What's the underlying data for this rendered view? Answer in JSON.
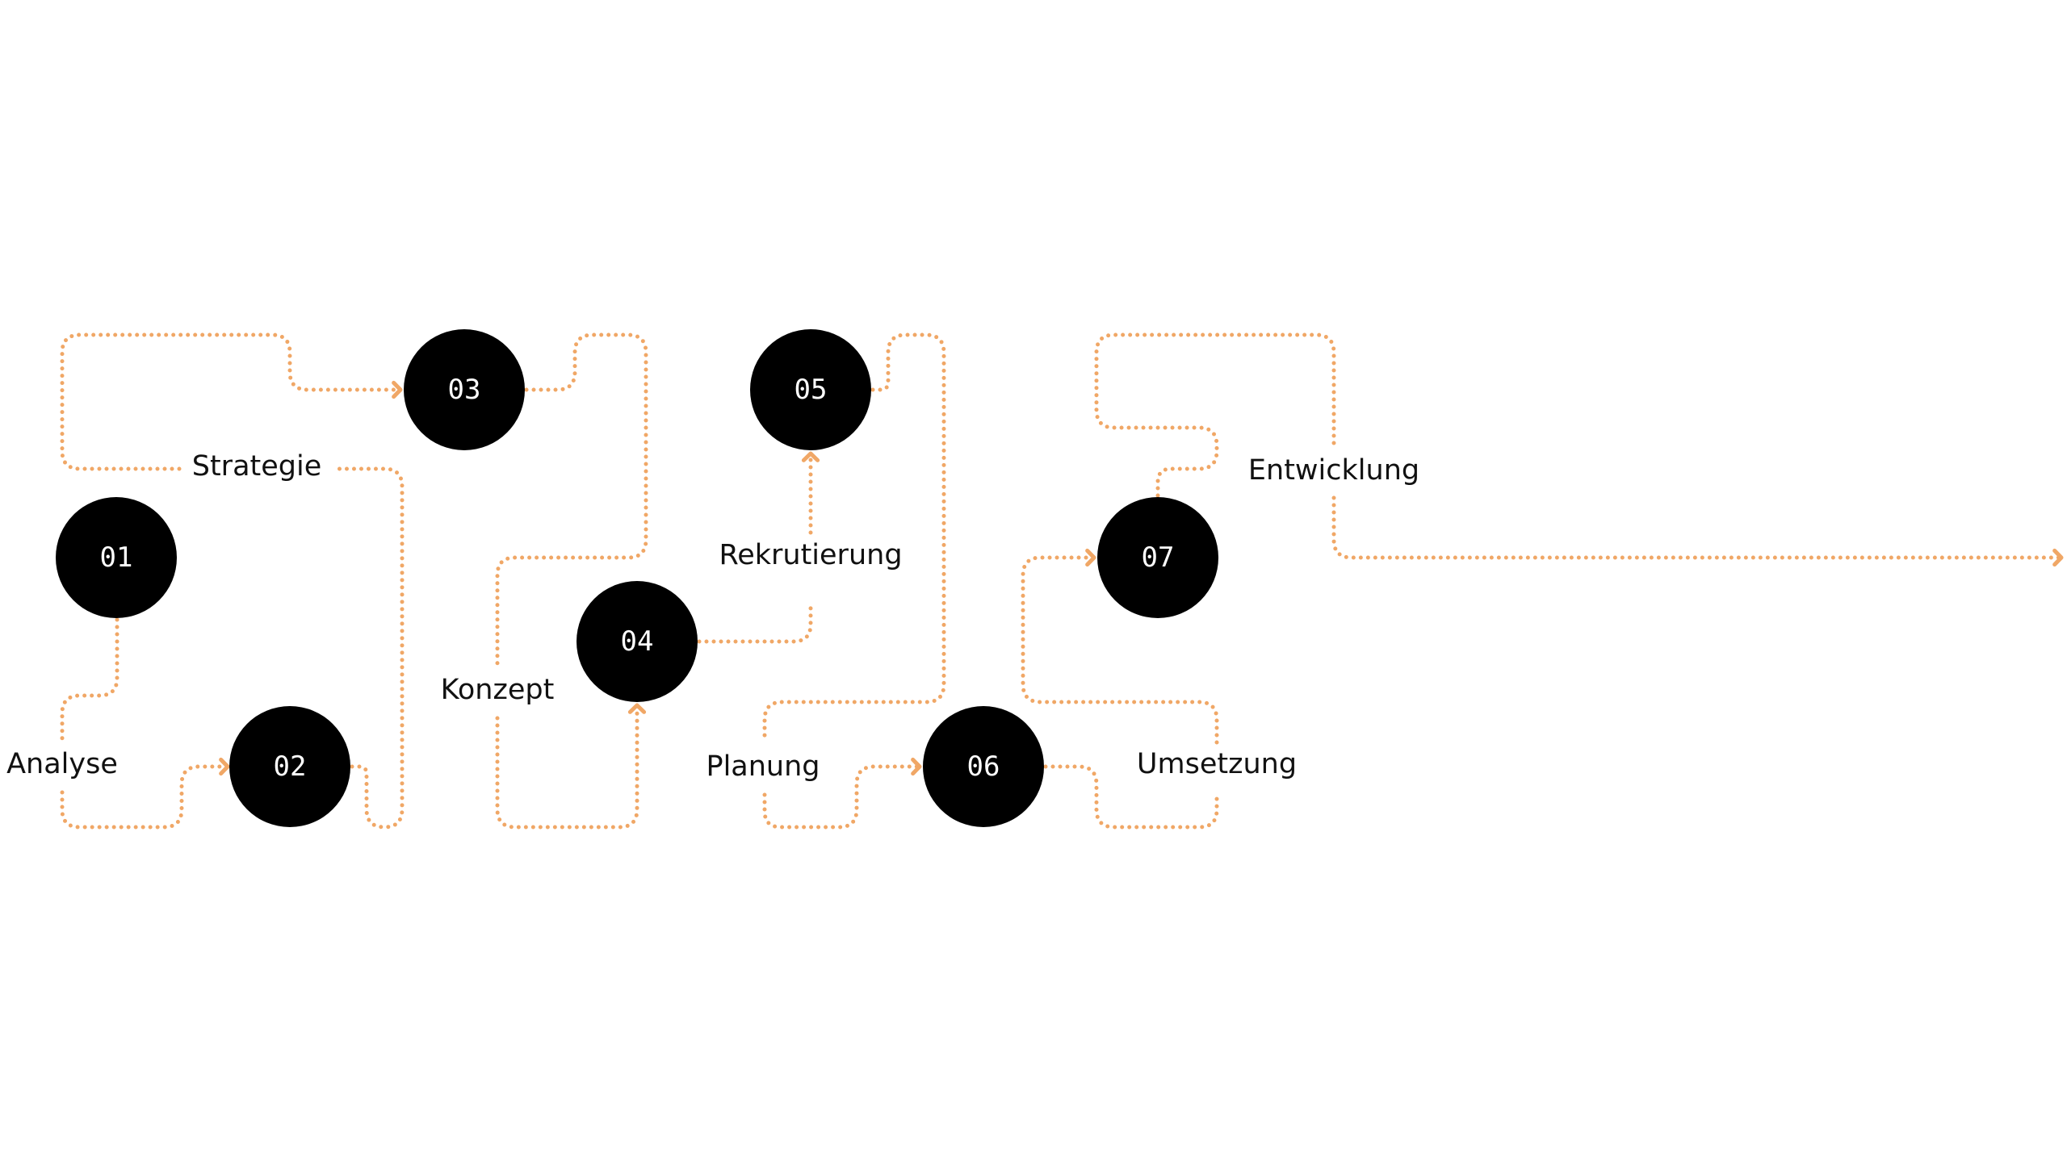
{
  "colors": {
    "path": "#f0a766",
    "circle": "#000000",
    "circle_text": "#ffffff"
  },
  "steps": [
    {
      "number": "01",
      "label": "Analyse"
    },
    {
      "number": "02",
      "label": "Strategie"
    },
    {
      "number": "03",
      "label": "Konzept"
    },
    {
      "number": "04",
      "label": "Rekrutierung"
    },
    {
      "number": "05",
      "label": "Planung"
    },
    {
      "number": "06",
      "label": "Umsetzung"
    },
    {
      "number": "07",
      "label": "Entwicklung"
    }
  ]
}
